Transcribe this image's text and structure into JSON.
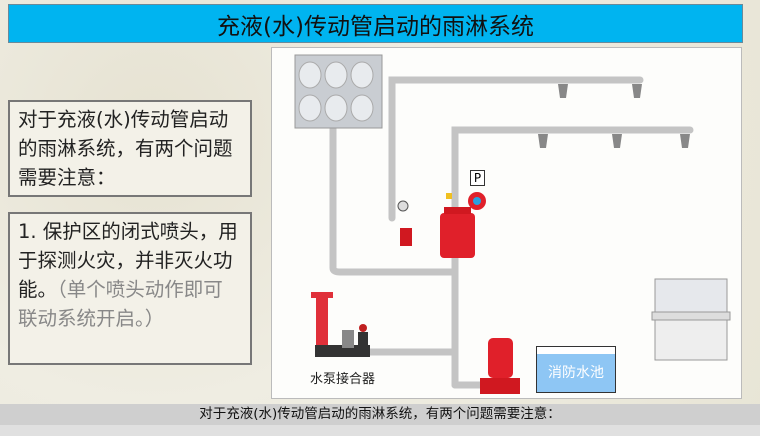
{
  "title": "充液(水)传动管启动的雨淋系统",
  "box1": "对于充液(水)传动管启动的雨淋系统，有两个问题需要注意：",
  "box2": {
    "main": "1. 保护区的闭式喷头，用于探测火灾，并非灭火功能。",
    "note": "（单个喷头动作即可联动系统开启。）"
  },
  "diagram": {
    "pressure_switch": "P",
    "pump_connector": "水泵接合器",
    "pool": "消防水池"
  },
  "subtitle": "对于充液(水)传动管启动的雨淋系统，有两个问题需要注意：",
  "colors": {
    "title_bg": "#00b4f0",
    "pipe": "#c8c8c8",
    "valve": "#e0202a",
    "water": "#8ec6f4"
  }
}
